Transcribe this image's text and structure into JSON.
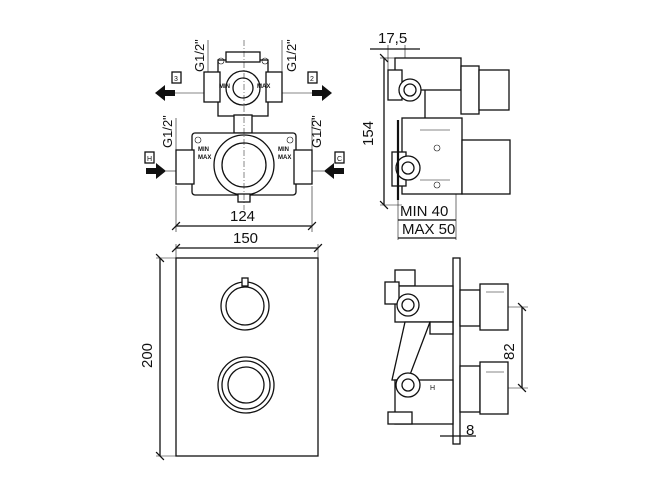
{
  "dimensions": {
    "thread_top_left": "G1/2\"",
    "thread_top_right": "G1/2\"",
    "thread_mid_left": "G1/2\"",
    "thread_mid_right": "G1/2\"",
    "body_width": "124",
    "plate_width": "150",
    "plate_height": "200",
    "side_offset": "17,5",
    "side_height": "154",
    "min_depth": "MIN 40",
    "max_depth": "MAX 50",
    "knob_spacing": "82",
    "plate_thickness": "8"
  },
  "ports": {
    "outlet_3": "3",
    "outlet_2": "2",
    "hot": "H",
    "cold": "C"
  },
  "markings": {
    "min": "MIN",
    "max": "MAX",
    "h_mark": "H"
  }
}
